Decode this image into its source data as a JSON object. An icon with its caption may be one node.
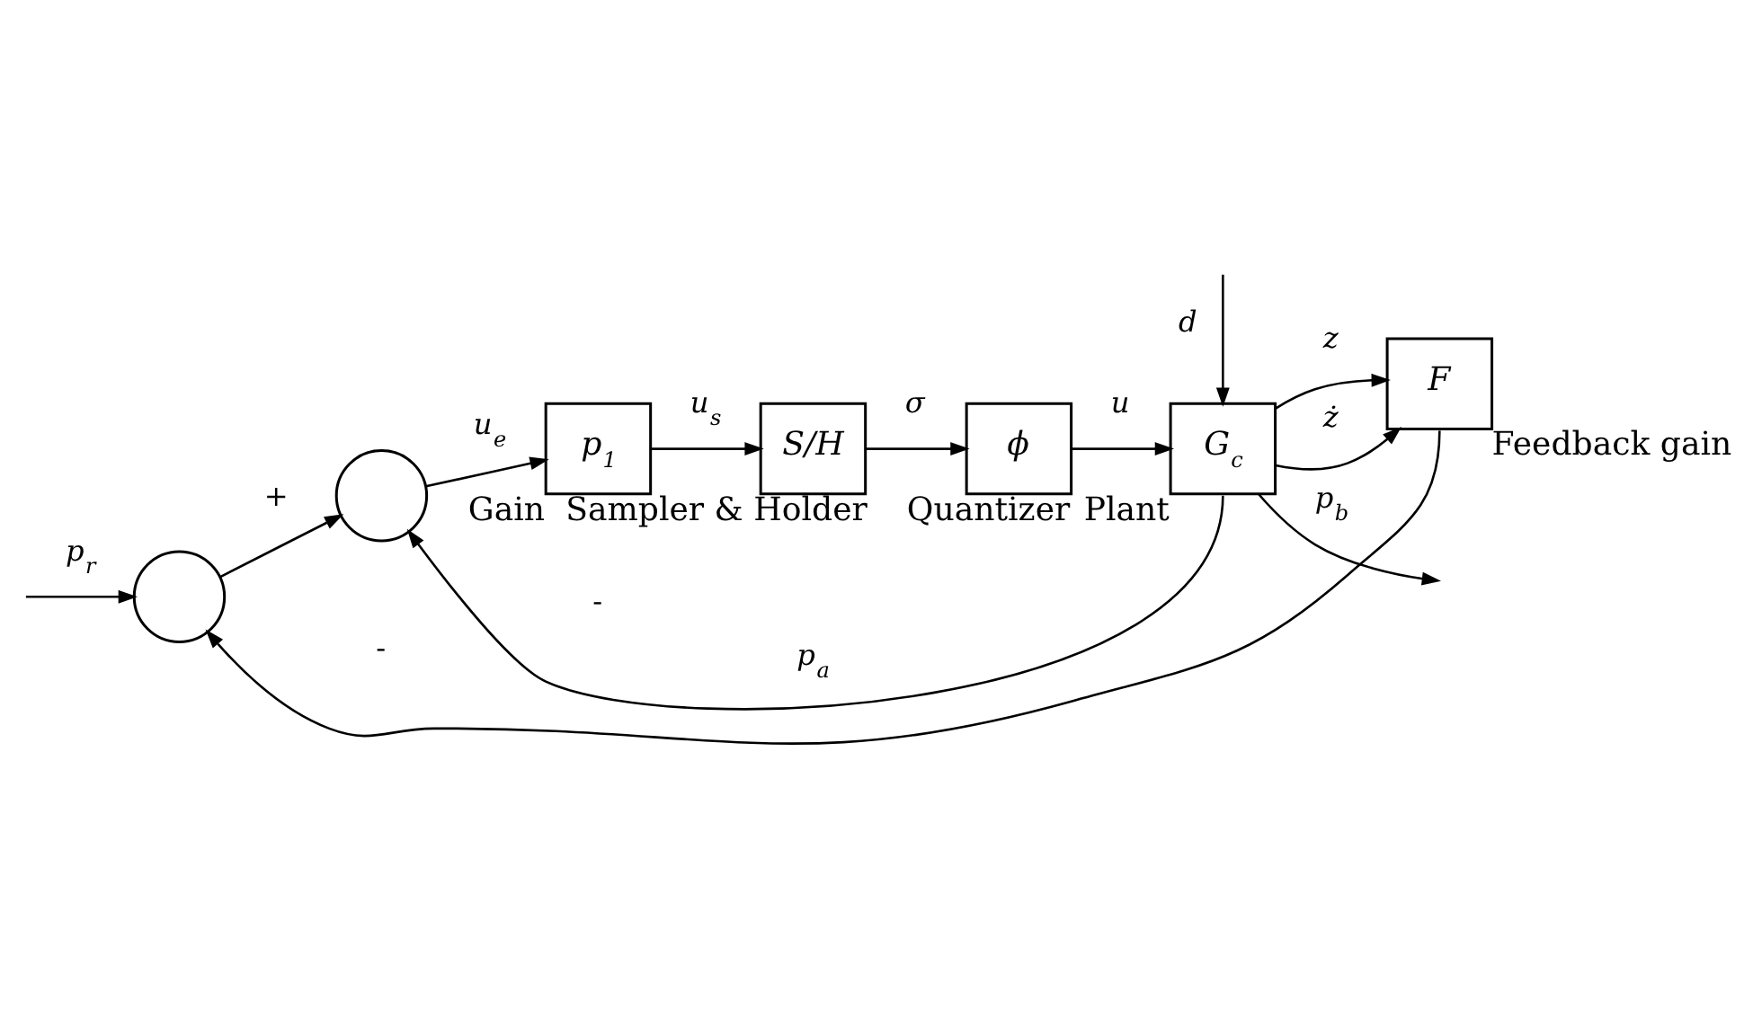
{
  "diagram": {
    "nodes": [
      {
        "text": [],
        "shape": "circle"
      },
      {
        "text": [],
        "shape": "circle"
      },
      {
        "text": [
          "p$_{1}$"
        ],
        "beside": [
          "Gain"
        ]
      },
      {
        "text": [
          "S/H"
        ],
        "beside": [
          "Sampler & Holder"
        ]
      },
      {
        "text": [
          "ϕ"
        ],
        "beside": [
          "Quantizer"
        ]
      },
      {
        "text": [
          "G$_{c}$"
        ],
        "beside": [
          "Plant"
        ]
      },
      {
        "text": [
          "F"
        ],
        "beside": [
          "Feedback gain"
        ]
      }
    ],
    "edges": [
      {
        "from": null,
        "to": 0,
        "arrow": "to",
        "label": "p$_{r}$"
      },
      {
        "from": 0,
        "to": 1,
        "arrow": "to",
        "label": "+"
      },
      {
        "from": 1,
        "to": 2,
        "arrow": "to",
        "label": "u$_{e}$"
      },
      {
        "from": 2,
        "to": 3,
        "arrow": "to",
        "label": "u$_{s}$"
      },
      {
        "from": 3,
        "to": 4,
        "arrow": "to",
        "label": "σ"
      },
      {
        "from": 4,
        "to": 5,
        "arrow": "to",
        "label": "u"
      },
      {
        "from": 5,
        "to": null,
        "arrow": "to",
        "label": "p$_{b}$"
      },
      {
        "from": null,
        "to": 5,
        "arrow": "to",
        "label": "d"
      },
      {
        "from": 5,
        "to": 1,
        "arrow": "to",
        "label": "p$_{a}$"
      },
      {
        "from": 5,
        "to": 6,
        "arrow": "to",
        "label": "z"
      },
      {
        "from": 5,
        "to": 6,
        "arrow": "to",
        "label": "ż"
      },
      {
        "from": 6,
        "to": 0,
        "arrow": "to"
      }
    ],
    "labels": [
      "-",
      "-"
    ]
  }
}
